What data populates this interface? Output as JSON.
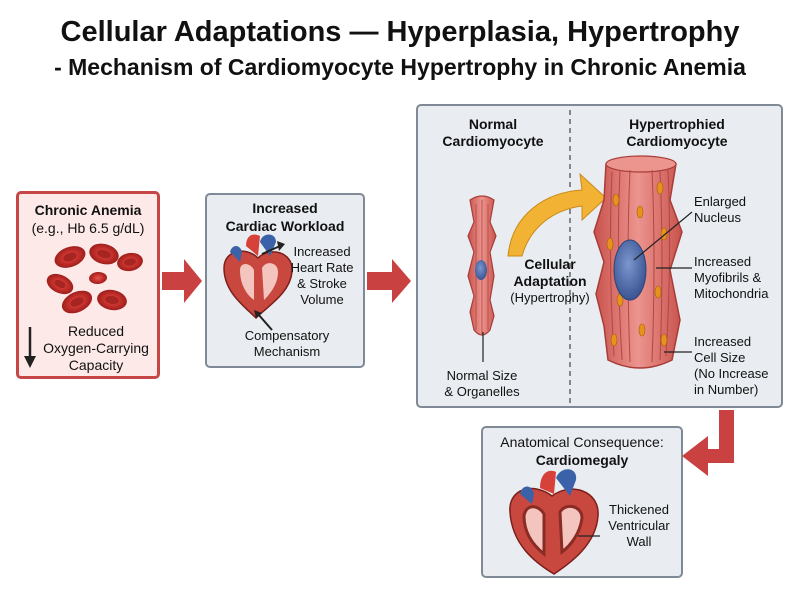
{
  "title": "Cellular Adaptations — Hyperplasia, Hypertrophy",
  "subtitle": "- Mechanism of Cardiomyocyte Hypertrophy in Chronic Anemia",
  "anemia": {
    "heading": "Chronic Anemia",
    "example": "(e.g., Hb 6.5 g/dL)",
    "effect_line1": "Reduced",
    "effect_line2": "Oxygen-Carrying",
    "effect_line3": "Capacity"
  },
  "workload": {
    "heading_line1": "Increased",
    "heading_line2": "Cardiac Workload",
    "effect_line1": "Increased",
    "effect_line2": "Heart Rate",
    "effect_line3": "& Stroke",
    "effect_line4": "Volume",
    "mechanism_line1": "Compensatory",
    "mechanism_line2": "Mechanism"
  },
  "normal_cell": {
    "heading_line1": "Normal",
    "heading_line2": "Cardiomyocyte",
    "note_line1": "Normal Size",
    "note_line2": "& Organelles"
  },
  "adaptation": {
    "label_line1": "Cellular",
    "label_line2": "Adaptation",
    "label_line3": "(Hypertrophy)"
  },
  "hypertrophied_cell": {
    "heading_line1": "Hypertrophied",
    "heading_line2": "Cardiomyocyte",
    "labels": [
      {
        "line1": "Enlarged",
        "line2": "Nucleus"
      },
      {
        "line1": "Increased",
        "line2": "Myofibrils &",
        "line3": "Mitochondria"
      },
      {
        "line1": "Increased",
        "line2": "Cell Size",
        "line3": "(No Increase",
        "line4": "in Number)"
      }
    ]
  },
  "consequence": {
    "heading": "Anatomical Consequence:",
    "result": "Cardiomegaly",
    "label_line1": "Thickened",
    "label_line2": "Ventricular",
    "label_line3": "Wall"
  },
  "colors": {
    "arrow_red": "#c94141",
    "rbc": "#c7302c",
    "cell_body": "#e07f7a",
    "nucleus": "#4e6aa8",
    "adaptation_arrow": "#f2b233"
  }
}
